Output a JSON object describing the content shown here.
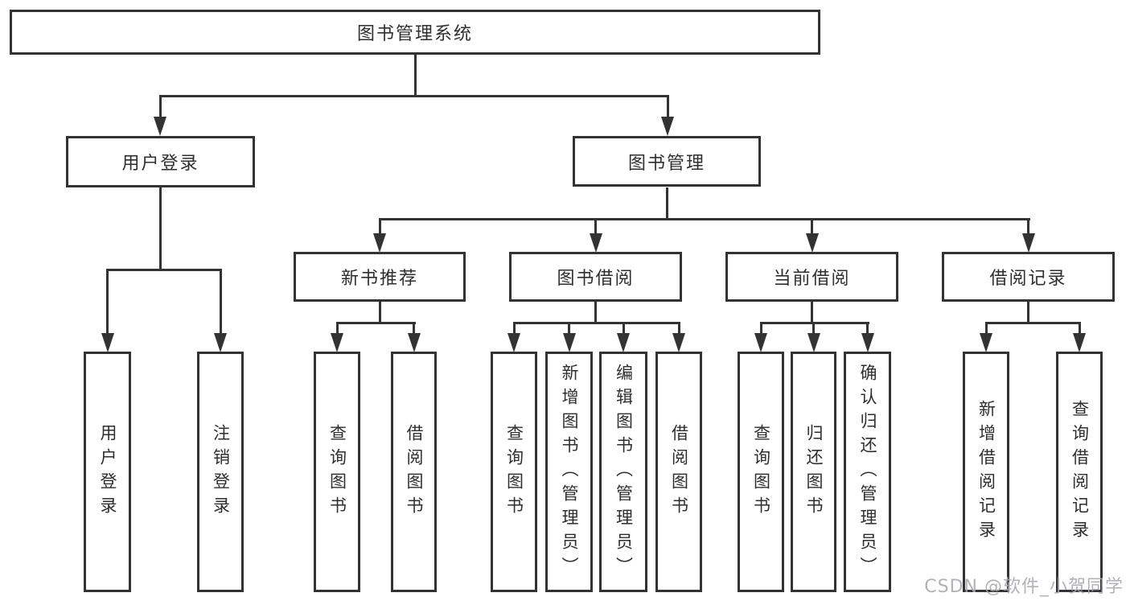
{
  "diagram": {
    "root": "图书管理系统",
    "level2": {
      "user_login": "用户登录",
      "book_mgmt": "图书管理"
    },
    "level3": {
      "new_books": "新书推荐",
      "borrow": "图书借阅",
      "current": "当前借阅",
      "records": "借阅记录"
    },
    "leaves": {
      "user_login": [
        "用户登录",
        "注销登录"
      ],
      "new_books": [
        "查询图书",
        "借阅图书"
      ],
      "borrow": [
        "查询图书",
        "新增图书（管理员）",
        "编辑图书（管理员）",
        "借阅图书"
      ],
      "current": [
        "查询图书",
        "归还图书",
        "确认归还（管理员）"
      ],
      "records": [
        "新增借阅记录",
        "查询借阅记录"
      ]
    }
  },
  "watermark": "CSDN @软件_小贺同学",
  "colors": {
    "line": "#333333",
    "box_border": "#333333",
    "text": "#2e2e2e",
    "watermark": "#a9a9b2",
    "background": "#ffffff"
  }
}
